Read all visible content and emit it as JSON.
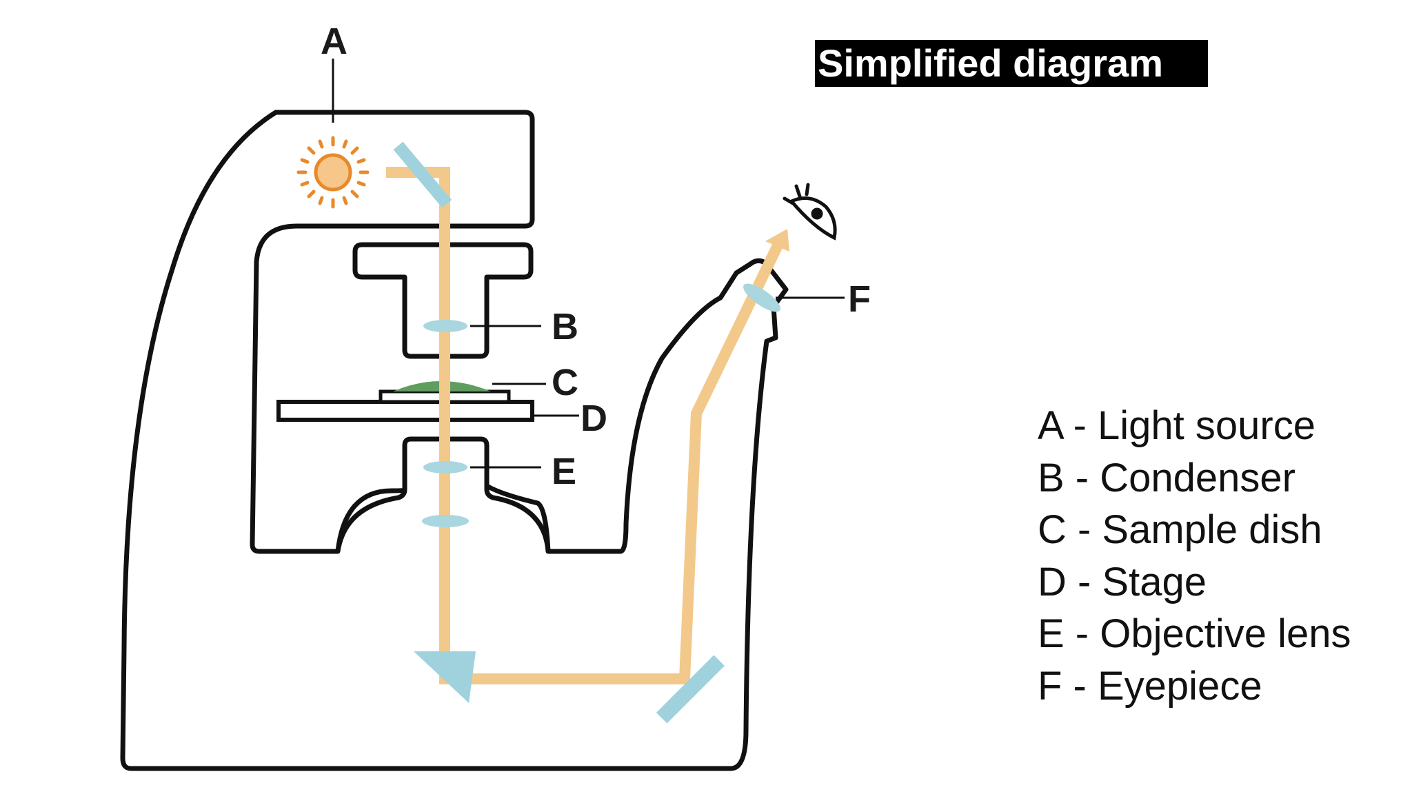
{
  "title": "Simplified diagram",
  "callouts": {
    "a": "A",
    "b": "B",
    "c": "C",
    "d": "D",
    "e": "E",
    "f": "F"
  },
  "legend": [
    {
      "text": "A - Light source"
    },
    {
      "text": "B - Condenser"
    },
    {
      "text": "C - Sample dish"
    },
    {
      "text": "D - Stage"
    },
    {
      "text": "E - Objective lens"
    },
    {
      "text": "F - Eyepiece"
    }
  ],
  "colors": {
    "outline": "#111111",
    "light_path": "#f2c98a",
    "lens": "#a9d6df",
    "mirror": "#9fd2dc",
    "sample": "#5f9e5f",
    "light_source": "#e8892a",
    "light_source_fill": "#f7c68a",
    "title_bg": "#000000",
    "title_text": "#ffffff"
  },
  "icons": [
    "light-source-icon",
    "eye-icon"
  ]
}
